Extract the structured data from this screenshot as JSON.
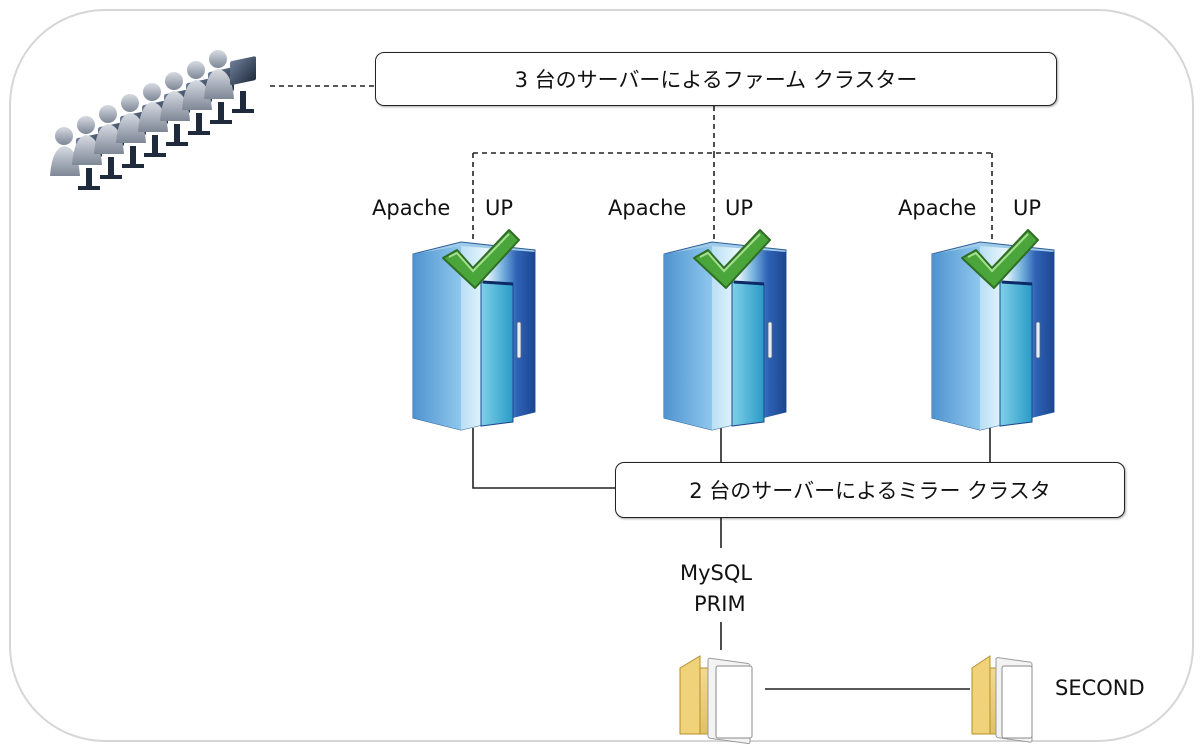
{
  "farm_cluster": {
    "label": "3 台のサーバーによるファーム クラスター"
  },
  "mirror_cluster": {
    "label": "2 台のサーバーによるミラー クラスタ"
  },
  "servers": [
    {
      "service": "Apache",
      "state": "UP"
    },
    {
      "service": "Apache",
      "state": "UP"
    },
    {
      "service": "Apache",
      "state": "UP"
    }
  ],
  "primary_db": {
    "line1": "MySQL",
    "line2": "PRIM"
  },
  "secondary_db": {
    "label": "SECOND"
  },
  "icons": {
    "clients": "users-at-workstations-icon",
    "server": "server-tower-icon",
    "status": "checkmark-icon",
    "storage": "folder-icon"
  },
  "colors": {
    "check": "#4aa53a",
    "server_blue": "#3b7fc0",
    "folder": "#e8c766"
  }
}
